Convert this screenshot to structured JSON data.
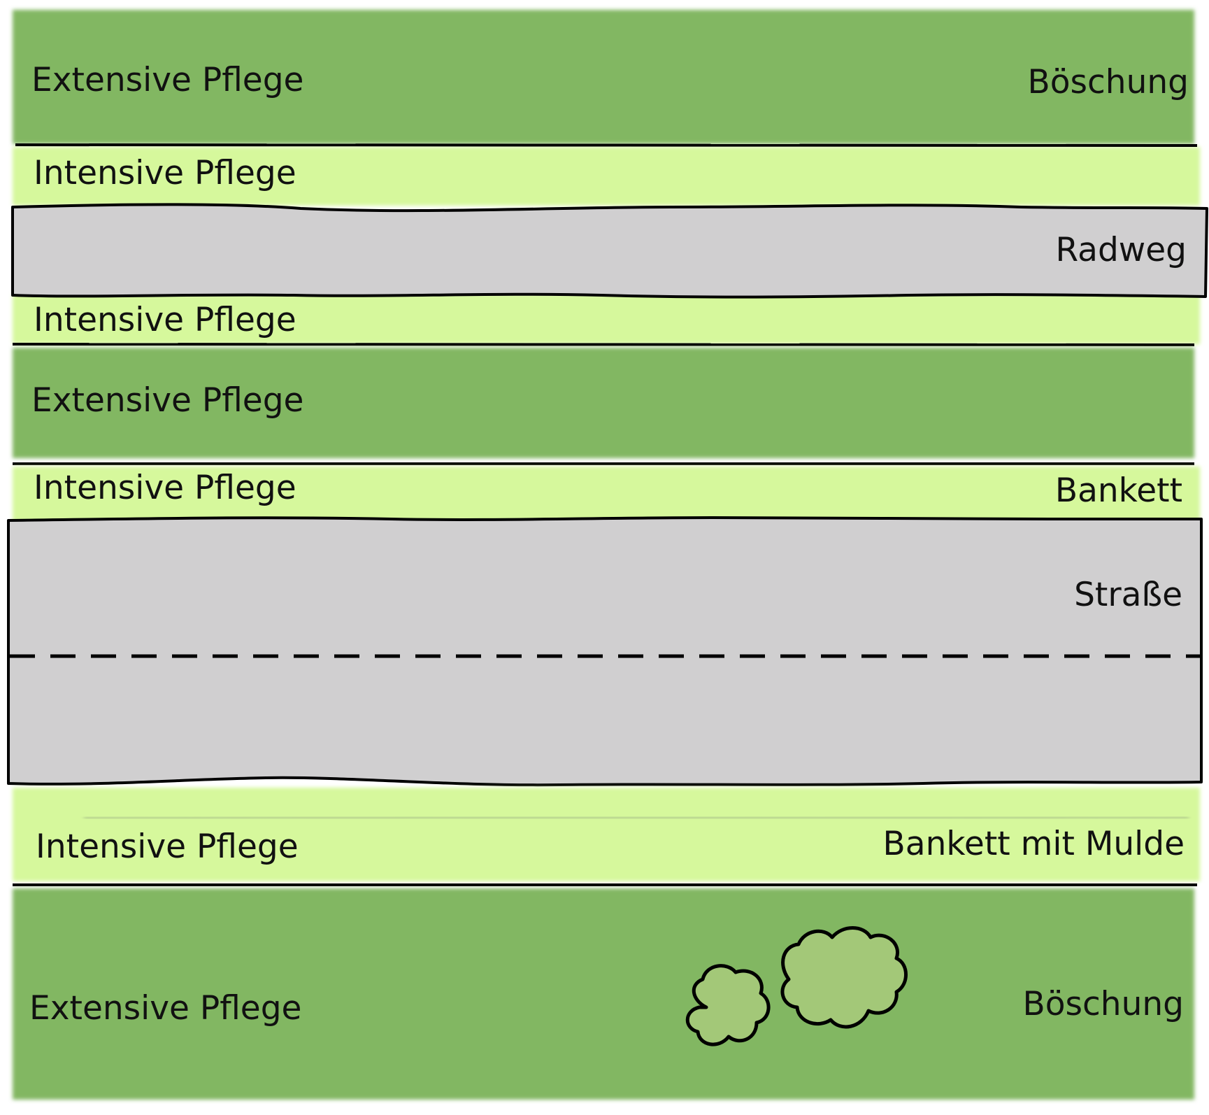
{
  "zones": [
    {
      "id": "boeschung-top",
      "left_label": "Extensive Pflege",
      "right_label": "Böschung",
      "care": "extensive"
    },
    {
      "id": "intensive-1",
      "left_label": "Intensive Pflege",
      "right_label": "",
      "care": "intensive"
    },
    {
      "id": "radweg",
      "left_label": "",
      "right_label": "Radweg",
      "care": "paved"
    },
    {
      "id": "intensive-2",
      "left_label": "Intensive Pflege",
      "right_label": "",
      "care": "intensive"
    },
    {
      "id": "extensive-middle",
      "left_label": "Extensive Pflege",
      "right_label": "",
      "care": "extensive"
    },
    {
      "id": "bankett",
      "left_label": "Intensive Pflege",
      "right_label": "Bankett",
      "care": "intensive"
    },
    {
      "id": "strasse",
      "left_label": "",
      "right_label": "Straße",
      "care": "paved"
    },
    {
      "id": "bankett-mulde",
      "left_label": "Intensive Pflege",
      "right_label": "Bankett mit Mulde",
      "care": "intensive"
    },
    {
      "id": "boeschung-bottom",
      "left_label": "Extensive Pflege",
      "right_label": "Böschung",
      "care": "extensive"
    }
  ],
  "colors": {
    "extensive": "#82b762",
    "intensive": "#d6f89c",
    "paved": "#d0cfd0",
    "bush": "#a3c878",
    "outline": "#000000"
  },
  "icons": [
    "bush-small-icon",
    "bush-large-icon"
  ]
}
